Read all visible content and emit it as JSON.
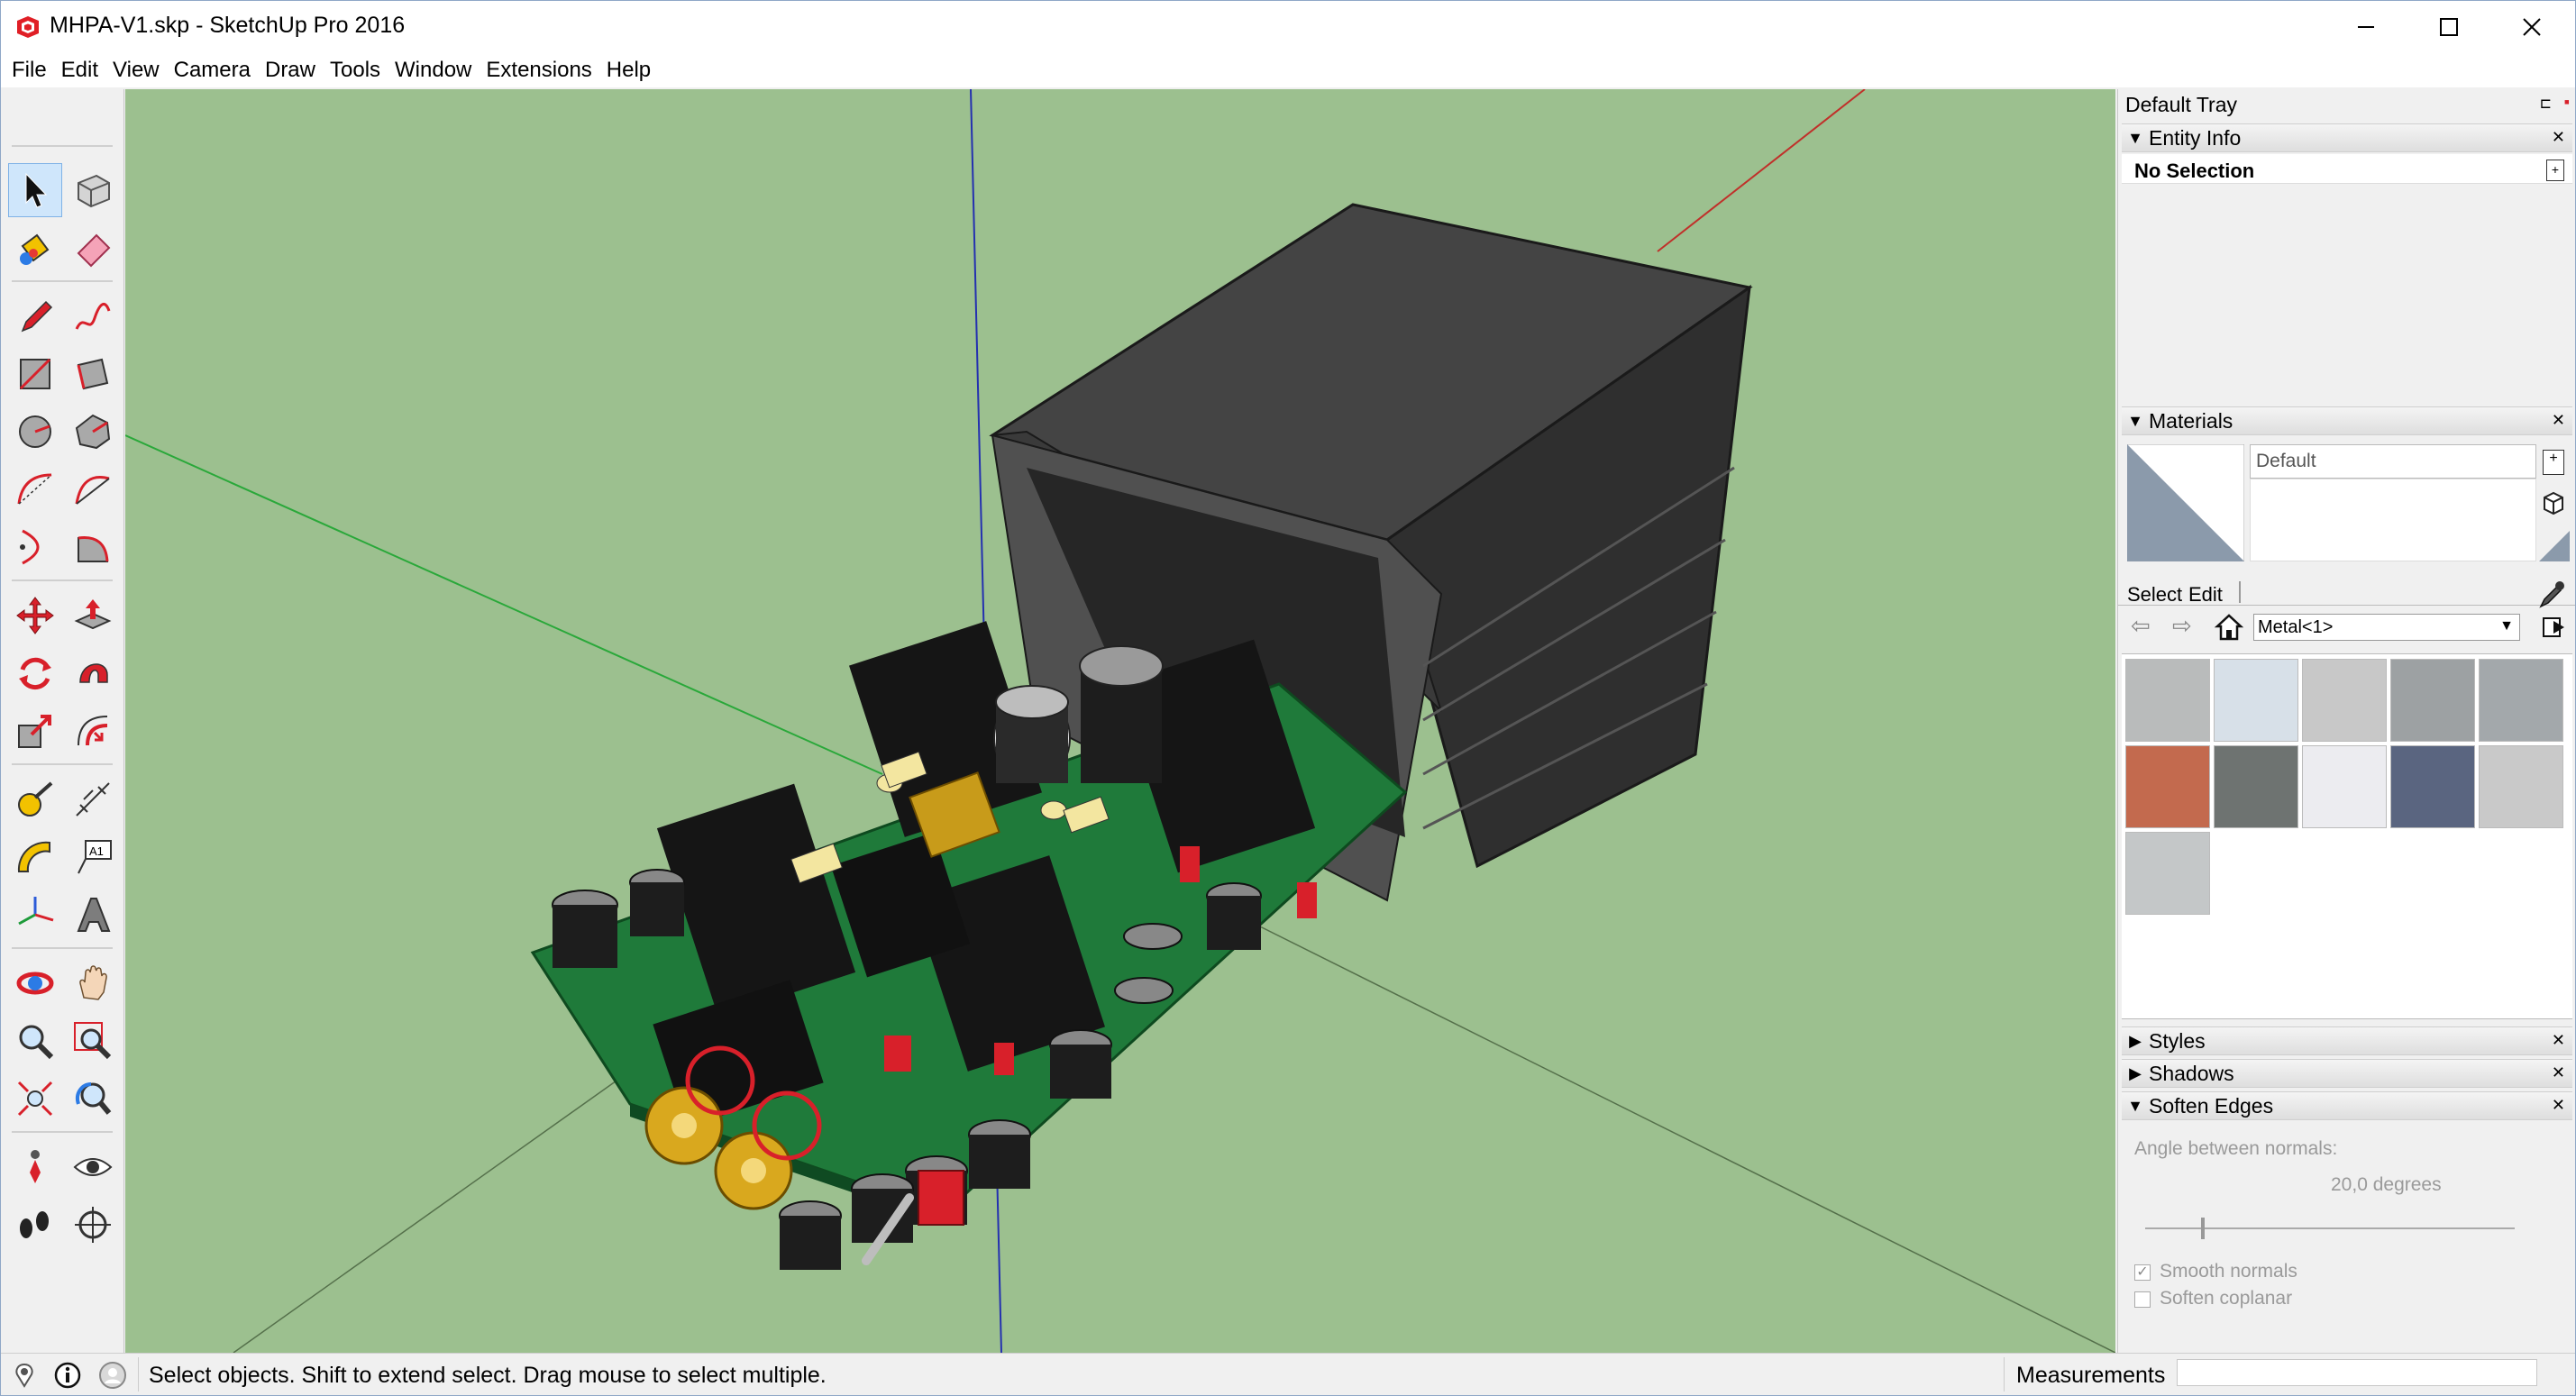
{
  "window": {
    "title": "MHPA-V1.skp - SketchUp Pro 2016"
  },
  "menu": [
    "File",
    "Edit",
    "View",
    "Camera",
    "Draw",
    "Tools",
    "Window",
    "Extensions",
    "Help"
  ],
  "tools": [
    "select",
    "make-component",
    "paint-bucket",
    "eraser",
    "line",
    "freehand",
    "rectangle",
    "rotated-rectangle",
    "circle",
    "polygon",
    "arc",
    "two-point-arc",
    "three-point-arc",
    "pie",
    "move",
    "push-pull",
    "rotate",
    "follow-me",
    "scale",
    "offset",
    "tape-measure",
    "dimension",
    "protractor",
    "text",
    "axes",
    "3d-text",
    "orbit",
    "pan",
    "zoom",
    "zoom-window",
    "zoom-extents",
    "previous-view",
    "position-camera",
    "look-around",
    "walk",
    "section-plane"
  ],
  "tray": {
    "title": "Default Tray",
    "entity_info": {
      "title": "Entity Info",
      "selection": "No Selection"
    },
    "materials": {
      "title": "Materials",
      "current": "Default",
      "tab_select": "Select",
      "tab_edit": "Edit",
      "library": "Metal<1>",
      "swatches": [
        {
          "name": "metal-brushed",
          "color": "#b9bbbb"
        },
        {
          "name": "metal-frosted",
          "color": "#d7e0e8"
        },
        {
          "name": "metal-chrome",
          "color": "#c8c8c8"
        },
        {
          "name": "metal-diamond-plate",
          "color": "#9da1a3"
        },
        {
          "name": "metal-dark-steel",
          "color": "#a3a8ab"
        },
        {
          "name": "metal-rusted",
          "color": "#c36a4e"
        },
        {
          "name": "metal-gunmetal",
          "color": "#6e7371"
        },
        {
          "name": "metal-white",
          "color": "#ececf0"
        },
        {
          "name": "metal-blue-grate",
          "color": "#5a6580"
        },
        {
          "name": "metal-tread",
          "color": "#c9c9c9"
        },
        {
          "name": "metal-silver",
          "color": "#c4c7c8"
        }
      ]
    },
    "styles": {
      "title": "Styles"
    },
    "shadows": {
      "title": "Shadows"
    },
    "soften_edges": {
      "title": "Soften Edges",
      "angle_label": "Angle between normals:",
      "angle_value": "20,0  degrees",
      "slider_fraction": 0.15,
      "smooth_normals": "Smooth normals",
      "smooth_checked": true,
      "soften_coplanar": "Soften coplanar",
      "coplanar_checked": false
    }
  },
  "status": {
    "text": "Select objects. Shift to extend select. Drag mouse to select multiple.",
    "measurements_label": "Measurements",
    "measurements_value": ""
  },
  "colors": {
    "viewport_bg": "#9cc08f",
    "enclosure": "#3b3b3b",
    "pcb": "#1f7a3a",
    "accent_red": "#d8202a",
    "selection_blue": "#cfe6fb"
  }
}
